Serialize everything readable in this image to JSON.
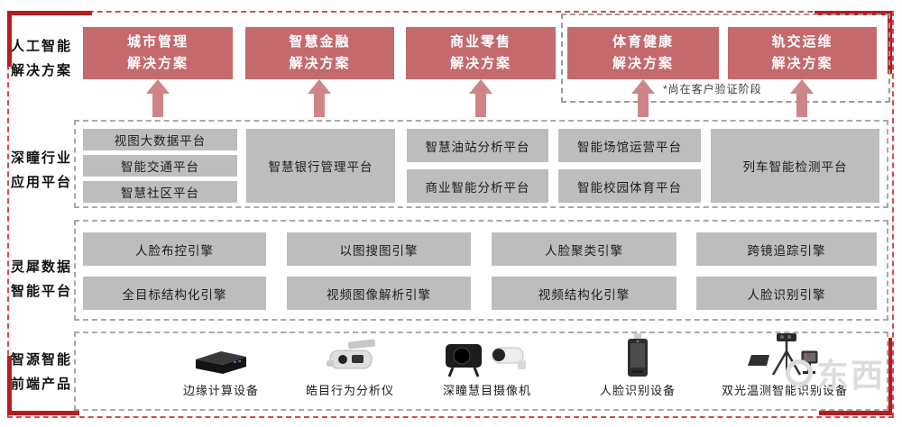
{
  "left_labels": [
    {
      "line1": "人工智能",
      "line2": "解决方案"
    },
    {
      "line1": "深瞳行业",
      "line2": "应用平台"
    },
    {
      "line1": "灵犀数据",
      "line2": "智能平台"
    },
    {
      "line1": "智源智能",
      "line2": "前端产品"
    }
  ],
  "solutions": {
    "items": [
      {
        "line1": "城市管理",
        "line2": "解决方案"
      },
      {
        "line1": "智慧金融",
        "line2": "解决方案"
      },
      {
        "line1": "商业零售",
        "line2": "解决方案"
      },
      {
        "line1": "体育健康",
        "line2": "解决方案"
      },
      {
        "line1": "轨交运维",
        "line2": "解决方案"
      }
    ],
    "note": "*尚在客户验证阶段"
  },
  "industry_platforms": {
    "col_a": [
      "视图大数据平台",
      "智能交通平台",
      "智慧社区平台"
    ],
    "col_b": "智慧银行管理平台",
    "col_c": [
      "智慧油站分析平台",
      "商业智能分析平台"
    ],
    "col_d": [
      "智能场馆运营平台",
      "智能校园体育平台"
    ],
    "col_e": "列车智能检测平台"
  },
  "engines": {
    "row1": [
      "人脸布控引擎",
      "以图搜图引擎",
      "人脸聚类引擎",
      "跨镜追踪引擎"
    ],
    "row2": [
      "全目标结构化引擎",
      "视频图像解析引擎",
      "视频结构化引擎",
      "人脸识别引擎"
    ]
  },
  "products": [
    {
      "label": "边缘计算设备",
      "icon": "edge-compute-device"
    },
    {
      "label": "皓目行为分析仪",
      "icon": "behavior-analyzer-device"
    },
    {
      "label": "深瞳慧目摄像机",
      "icon": "smart-camera-device"
    },
    {
      "label": "人脸识别设备",
      "icon": "face-recognition-terminal"
    },
    {
      "label": "双光温测智能识别设备",
      "icon": "dual-light-thermal-tripod"
    }
  ],
  "watermark": {
    "text": "东西"
  },
  "colors": {
    "solution_red": "#c4696c",
    "arrow_red": "#cf8588",
    "box_gray": "#bdbdbd",
    "frame_red": "#bb1b20"
  }
}
